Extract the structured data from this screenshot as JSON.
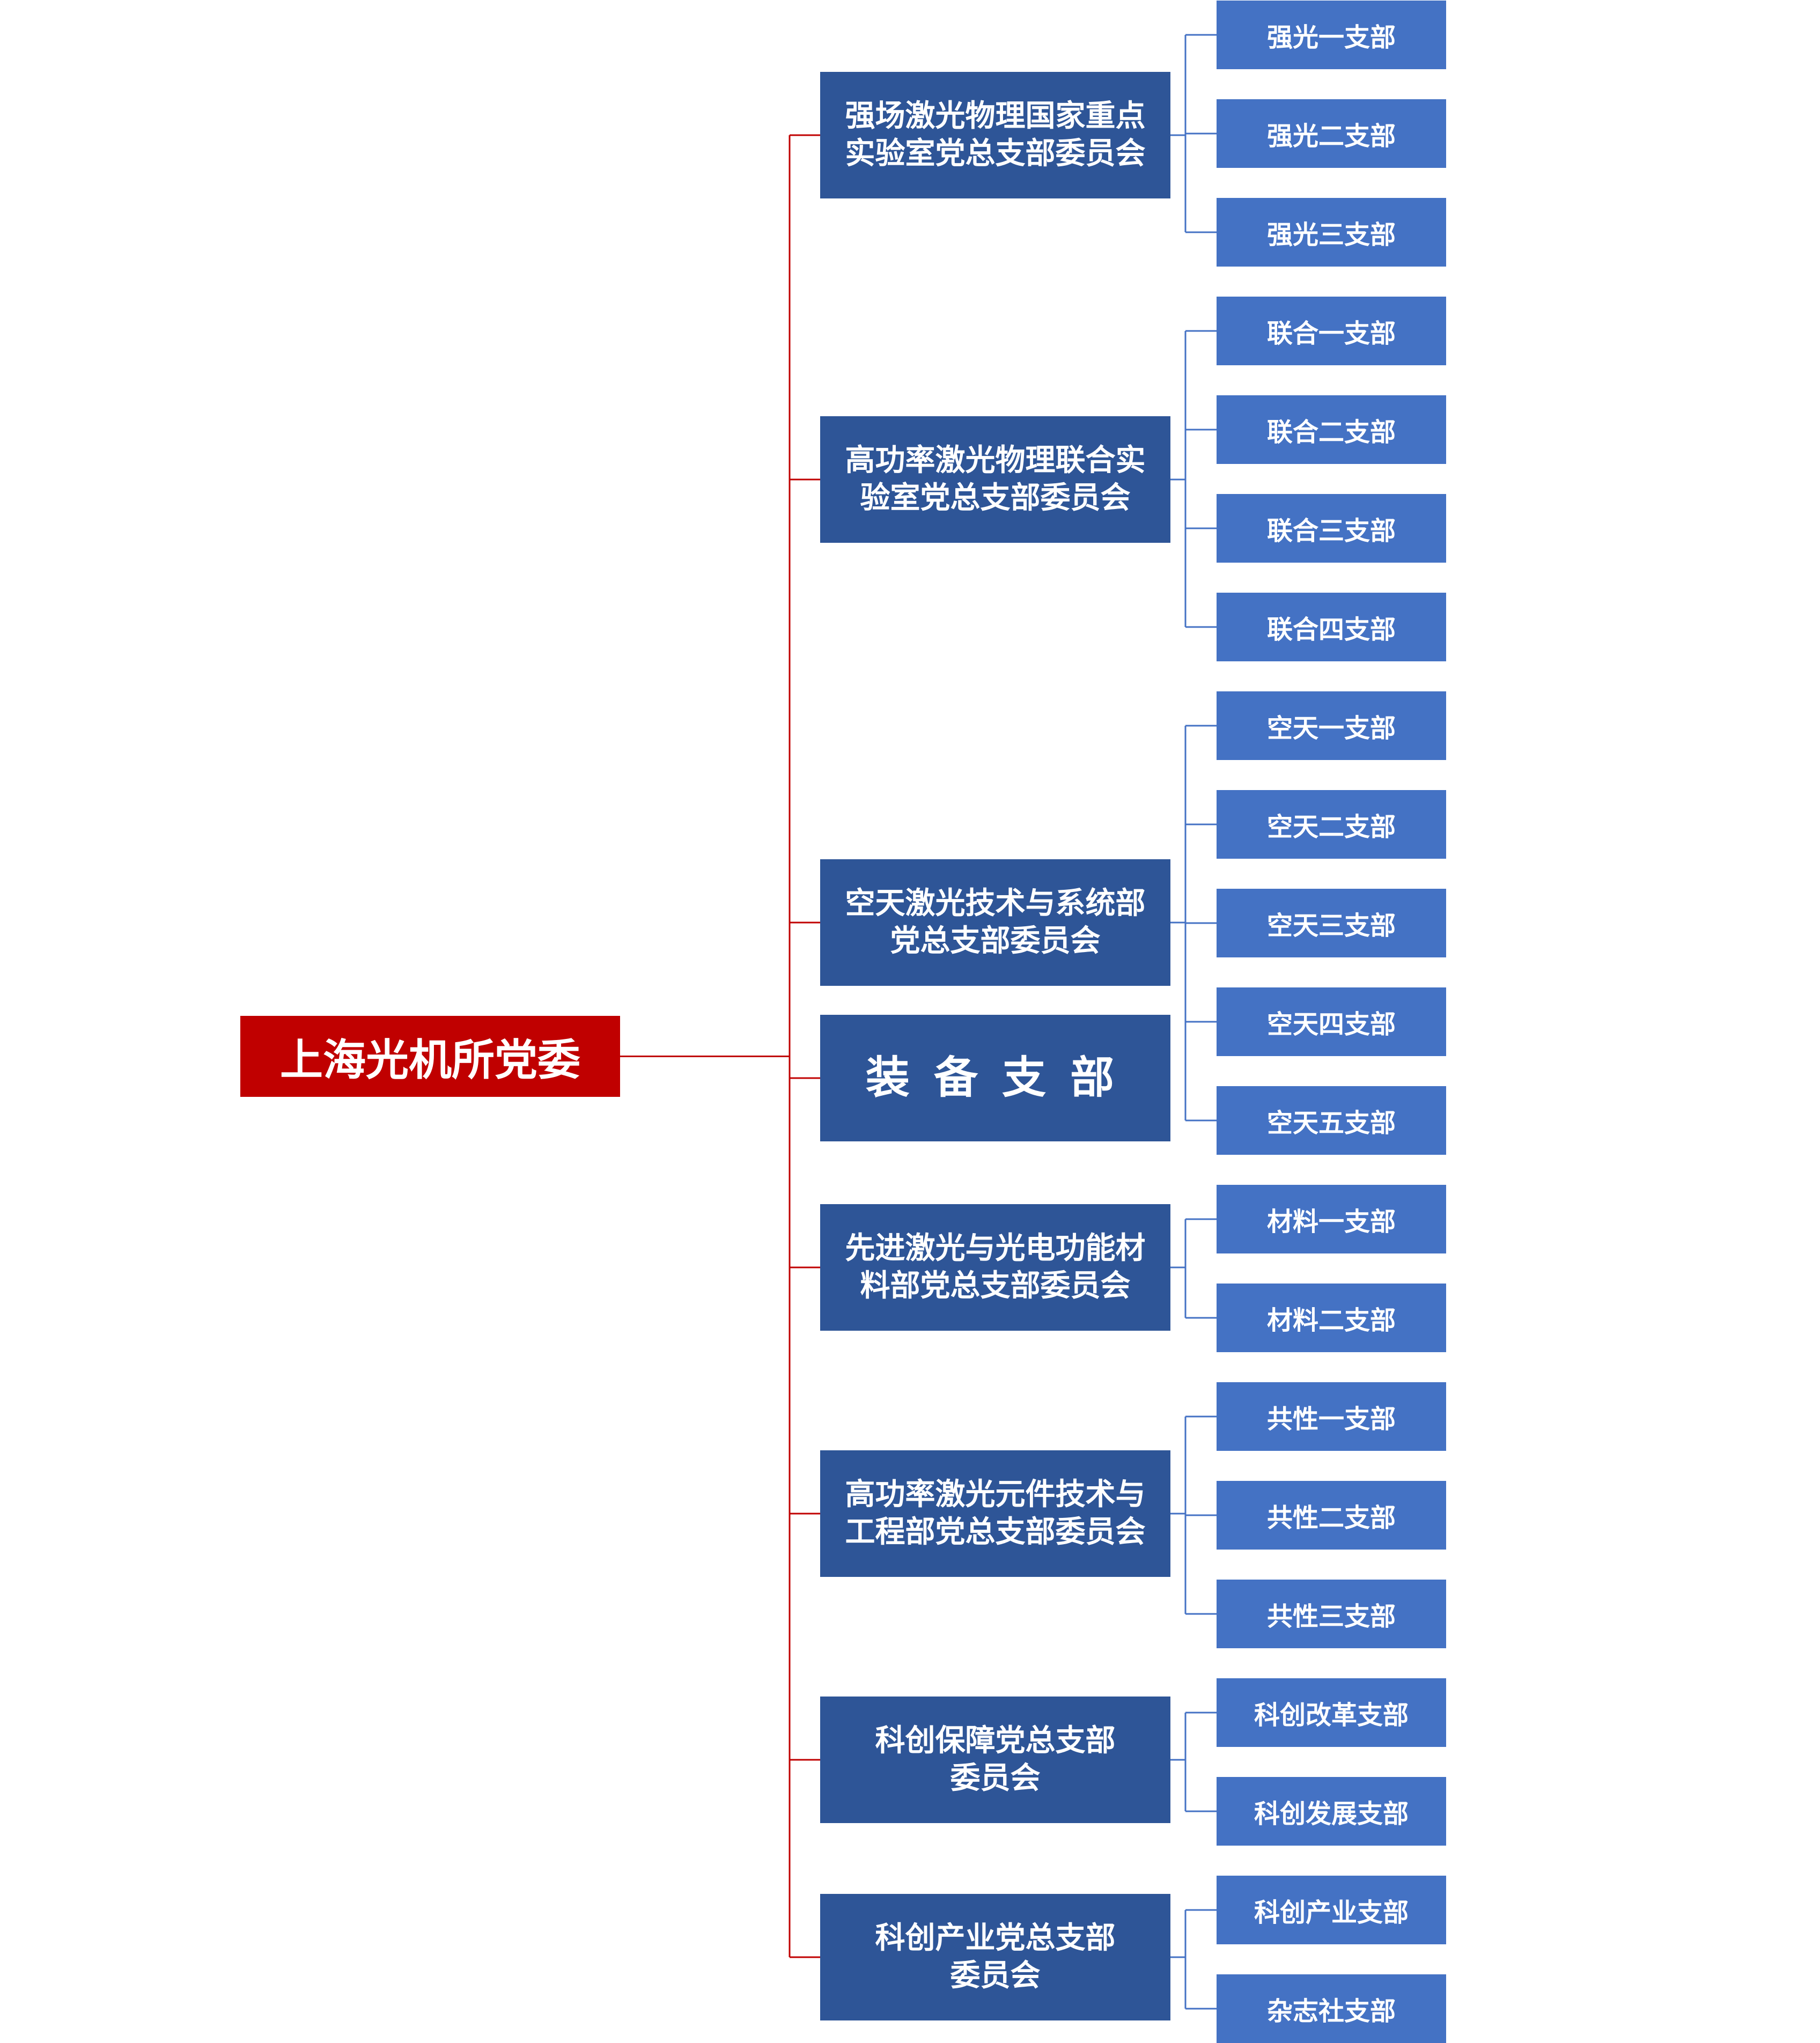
{
  "root": {
    "label": "上海光机所党委"
  },
  "colors": {
    "root": "#c00000",
    "committee": "#2e5597",
    "branch": "#4472c4",
    "root_line": "#c00000",
    "branch_line": "#4472c4"
  },
  "committees": [
    {
      "lines": [
        "强场激光物理国家重点",
        "实验室党总支部委员会"
      ],
      "branches": [
        "强光一支部",
        "强光二支部",
        "强光三支部"
      ]
    },
    {
      "lines": [
        "高功率激光物理联合实",
        "验室党总支部委员会"
      ],
      "branches": [
        "联合一支部",
        "联合二支部",
        "联合三支部",
        "联合四支部"
      ]
    },
    {
      "lines": [
        "空天激光技术与系统部",
        "党总支部委员会"
      ],
      "branches": [
        "空天一支部",
        "空天二支部",
        "空天三支部",
        "空天四支部",
        "空天五支部"
      ]
    },
    {
      "lines": [
        "装备支部"
      ],
      "branches": []
    },
    {
      "lines": [
        "先进激光与光电功能材",
        "料部党总支部委员会"
      ],
      "branches": [
        "材料一支部",
        "材料二支部"
      ]
    },
    {
      "lines": [
        "高功率激光元件技术与",
        "工程部党总支部委员会"
      ],
      "branches": [
        "共性一支部",
        "共性二支部",
        "共性三支部"
      ]
    },
    {
      "lines": [
        "科创保障党总支部",
        "委员会"
      ],
      "branches": [
        "科创改革支部",
        "科创发展支部"
      ]
    },
    {
      "lines": [
        "科创产业党总支部",
        "委员会"
      ],
      "branches": [
        "科创产业支部",
        "杂志社支部"
      ]
    }
  ]
}
